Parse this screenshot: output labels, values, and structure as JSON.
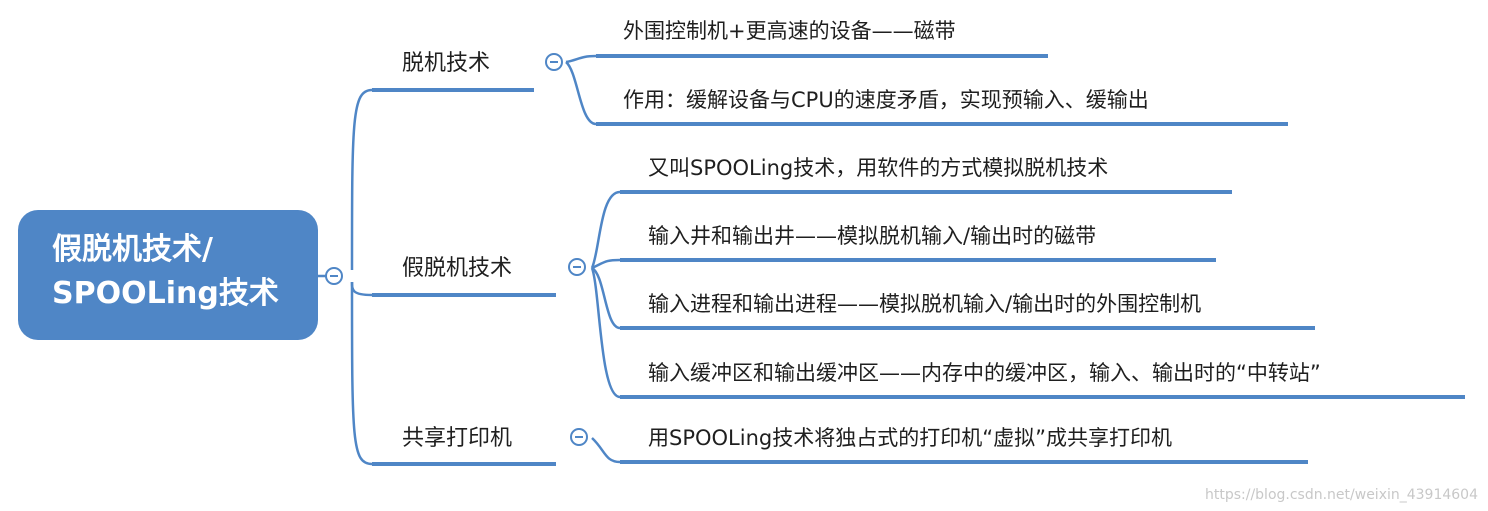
{
  "root": {
    "line1": "假脱机技术/",
    "line2": "SPOOLing技术"
  },
  "branches": [
    {
      "label": "脱机技术",
      "items": [
        "外围控制机+更高速的设备——磁带",
        "作用：缓解设备与CPU的速度矛盾，实现预输入、缓输出"
      ]
    },
    {
      "label": "假脱机技术",
      "items": [
        "又叫SPOOLing技术，用软件的方式模拟脱机技术",
        "输入井和输出井——模拟脱机输入/输出时的磁带",
        "输入进程和输出进程——模拟脱机输入/输出时的外围控制机",
        "输入缓冲区和输出缓冲区——内存中的缓冲区，输入、输出时的“中转站”"
      ]
    },
    {
      "label": "共享打印机",
      "items": [
        "用SPOOLing技术将独占式的打印机“虚拟”成共享打印机"
      ]
    }
  ],
  "watermark": "https://blog.csdn.net/weixin_43914604",
  "colors": {
    "accent": "#4f86c6",
    "text": "#1f1f1f"
  },
  "icons": {
    "collapse": "minus-circle-icon"
  }
}
